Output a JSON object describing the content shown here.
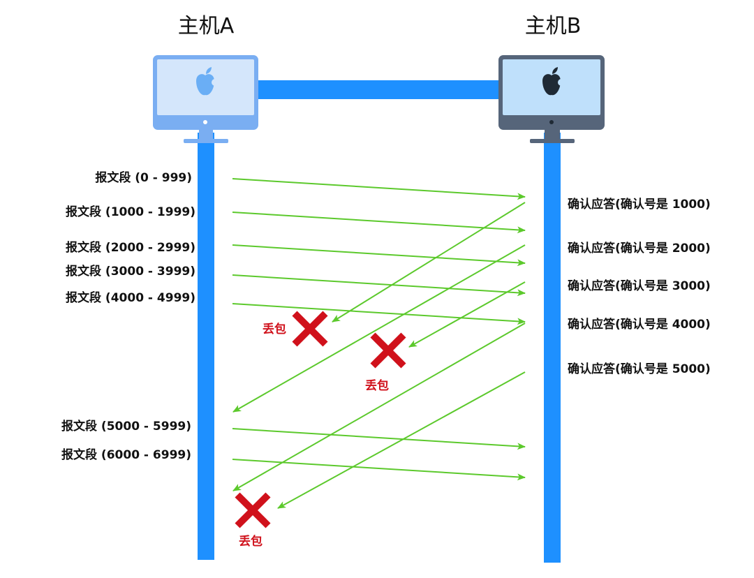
{
  "hosts": {
    "a": {
      "title": "主机A",
      "screen_color": "#d4e6fb",
      "frame_color": "#7aaef2",
      "logo_color": "#6aaef5"
    },
    "b": {
      "title": "主机B",
      "screen_color": "#bfe0fb",
      "frame_color": "#56657a",
      "logo_color": "#1f2a35"
    }
  },
  "colors": {
    "timeline": "#1e90ff",
    "arrow": "#5cc92c",
    "loss_mark": "#d0111b"
  },
  "segments": [
    {
      "label": "报文段 (0 - 999)"
    },
    {
      "label": "报文段 (1000 - 1999)"
    },
    {
      "label": "报文段 (2000 - 2999)"
    },
    {
      "label": "报文段 (3000 - 3999)"
    },
    {
      "label": "报文段 (4000 - 4999)"
    },
    {
      "label": "报文段 (5000 - 5999)"
    },
    {
      "label": "报文段 (6000 - 6999)"
    }
  ],
  "acks": [
    {
      "label": "确认应答(确认号是 1000)",
      "lost": true
    },
    {
      "label": "确认应答(确认号是 2000)",
      "lost": false
    },
    {
      "label": "确认应答(确认号是 3000)",
      "lost": true
    },
    {
      "label": "确认应答(确认号是 4000)",
      "lost": false
    },
    {
      "label": "确认应答(确认号是 5000)",
      "lost": true
    }
  ],
  "loss_label": "丢包"
}
